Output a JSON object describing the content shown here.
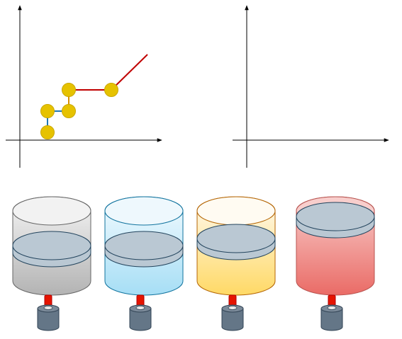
{
  "diagram": {
    "colors": {
      "axis": "#000000",
      "point_fill": "#e6c200",
      "point_stroke": "#caa800",
      "blue_line": "#1f78b4",
      "orange_line": "#d89000",
      "red_line": "#c00000",
      "piston": "#bac8d3",
      "piston_stroke": "#23445d",
      "rod": "#e51400",
      "motor": "#647687"
    },
    "left_plot": {
      "points": 5,
      "segments": [
        "blue",
        "blue",
        "orange",
        "red",
        "red"
      ]
    },
    "right_plot": {
      "points": 0
    },
    "cylinders": [
      {
        "name": "gray",
        "fill_top": "#f5f5f5",
        "fill_bottom": "#b3b3b3",
        "stroke": "#666666",
        "piston_level": "middle"
      },
      {
        "name": "blue",
        "fill_top": "#f3fbff",
        "fill_bottom": "#a6def5",
        "stroke": "#10739e",
        "piston_level": "middle"
      },
      {
        "name": "yellow",
        "fill_top": "#fffaf0",
        "fill_bottom": "#ffd966",
        "stroke": "#b46504",
        "piston_level": "upper-middle"
      },
      {
        "name": "red",
        "fill_top": "#f8cecc",
        "fill_bottom": "#ea6b66",
        "stroke": "#b85450",
        "piston_level": "top"
      }
    ]
  }
}
